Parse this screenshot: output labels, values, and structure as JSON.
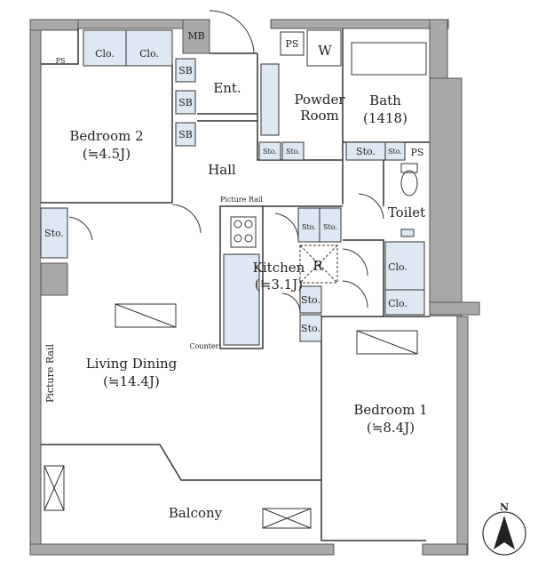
{
  "rooms": {
    "bedroom2": {
      "name": "Bedroom 2",
      "size": "(≒4.5J)"
    },
    "bedroom1": {
      "name": "Bedroom 1",
      "size": "(≒8.4J)"
    },
    "living": {
      "name": "Living Dining",
      "size": "(≒14.4J)"
    },
    "kitchen": {
      "name": "Kitchen",
      "size": "(≒3.1J)"
    },
    "hall": {
      "name": "Hall"
    },
    "entrance": {
      "name": "Ent."
    },
    "powder": {
      "line1": "Powder",
      "line2": "Room"
    },
    "bath": {
      "name": "Bath",
      "size": "(1418)"
    },
    "toilet": {
      "name": "Toilet"
    },
    "balcony": {
      "name": "Balcony"
    }
  },
  "labels": {
    "closet": "Clo.",
    "storage": "Sto.",
    "shoebox": "SB",
    "meter_box": "MB",
    "pipe_space": "PS",
    "washer": "W",
    "fridge": "R",
    "picture_rail": "Picture Rail",
    "counter": "Counter"
  },
  "compass": {
    "label": "N"
  },
  "colors": {
    "wall": "#a9a9a9",
    "wall_edge": "#555555",
    "storage_fill": "#dde8f2",
    "line": "#333333"
  }
}
